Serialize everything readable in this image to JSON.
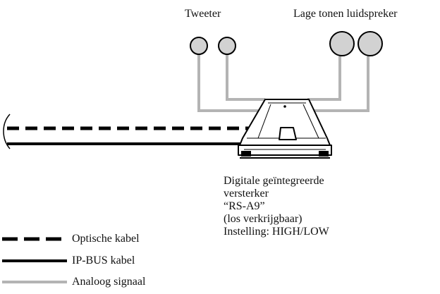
{
  "speakers": {
    "tweeter_label": "Tweeter",
    "woofer_label": "Lage tonen luidspreker"
  },
  "amplifier": {
    "lines": [
      "Digitale geïntegreerde",
      "versterker",
      "“RS-A9”",
      "(los verkrijgbaar)",
      "Instelling: HIGH/LOW"
    ]
  },
  "legend": {
    "optical": "Optische kabel",
    "ipbus": "IP-BUS kabel",
    "analog": "Analoog signaal"
  },
  "colors": {
    "analog_line": "#b4b4b4",
    "speaker_fill": "#d2d2d2",
    "ink": "#000000"
  }
}
